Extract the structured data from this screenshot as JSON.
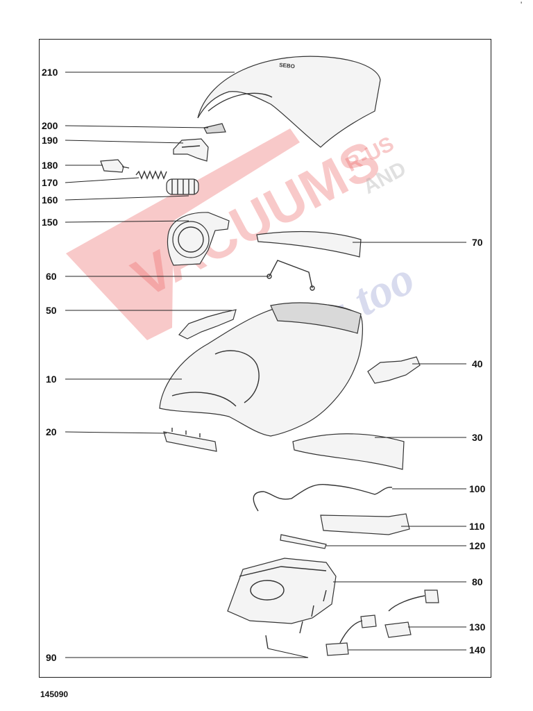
{
  "drawing_number": "145090",
  "corner_mark": "'",
  "watermark": {
    "brand": "VACUUMS",
    "suffix_top": "R-US",
    "suffix_mid": "AND",
    "tagline": "Sewing too",
    "red": "#e84a4a",
    "blue": "#7f86c8"
  },
  "cover_text": "SEBO",
  "callouts": [
    {
      "id": "210",
      "side": "left"
    },
    {
      "id": "200",
      "side": "left"
    },
    {
      "id": "190",
      "side": "left"
    },
    {
      "id": "180",
      "side": "left"
    },
    {
      "id": "170",
      "side": "left"
    },
    {
      "id": "160",
      "side": "left"
    },
    {
      "id": "150",
      "side": "left"
    },
    {
      "id": "70",
      "side": "right"
    },
    {
      "id": "60",
      "side": "left"
    },
    {
      "id": "50",
      "side": "left"
    },
    {
      "id": "40",
      "side": "right"
    },
    {
      "id": "10",
      "side": "left"
    },
    {
      "id": "20",
      "side": "left"
    },
    {
      "id": "30",
      "side": "right"
    },
    {
      "id": "100",
      "side": "right"
    },
    {
      "id": "110",
      "side": "right"
    },
    {
      "id": "120",
      "side": "right"
    },
    {
      "id": "80",
      "side": "right"
    },
    {
      "id": "130",
      "side": "right"
    },
    {
      "id": "90",
      "side": "left"
    },
    {
      "id": "140",
      "side": "right"
    }
  ]
}
